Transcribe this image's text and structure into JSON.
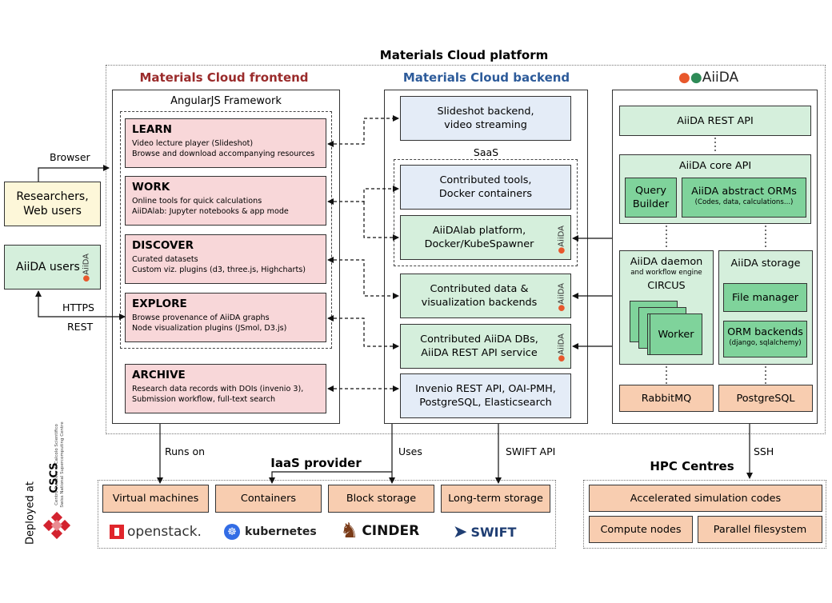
{
  "platform_title": "Materials Cloud platform",
  "frontend": {
    "title": "Materials Cloud frontend",
    "framework": "AngularJS Framework",
    "sections": [
      {
        "title": "LEARN",
        "lines": [
          "Video lecture player (Slideshot)",
          "Browse and download accompanying resources"
        ]
      },
      {
        "title": "WORK",
        "lines": [
          "Online tools for quick calculations",
          "AiiDAlab: Jupyter notebooks & app mode"
        ]
      },
      {
        "title": "DISCOVER",
        "lines": [
          "Curated datasets",
          "Custom viz. plugins (d3, three.js, Highcharts)"
        ]
      },
      {
        "title": "EXPLORE",
        "lines": [
          "Browse provenance of AiiDA graphs",
          "Node visualization plugins (JSmol, D3.js)"
        ]
      },
      {
        "title": "ARCHIVE",
        "lines": [
          "Research data records with DOIs (invenio 3),",
          "Submission workflow, full-text search"
        ]
      }
    ]
  },
  "backend": {
    "title": "Materials Cloud backend",
    "slideshot": "Slideshot backend,\nvideo streaming",
    "saas": "SaaS",
    "contributed_tools": "Contributed tools,\nDocker containers",
    "aiidalab": "AiiDAlab platform,\nDocker/KubeSpawner",
    "contributed_data": "Contributed data &\nvisualization backends",
    "contributed_dbs": "Contributed AiiDA DBs,\nAiiDA REST API service",
    "invenio": "Invenio REST API, OAI-PMH,\nPostgreSQL, Elasticsearch"
  },
  "aiida": {
    "logo_text": "AiiDA",
    "rest_api": "AiiDA REST API",
    "core_api": "AiiDA core API",
    "query_builder": "Query\nBuilder",
    "orms": "AiiDA abstract ORMs",
    "orms_sub": "(Codes, data, calculations...)",
    "daemon": "AiiDA daemon",
    "daemon_sub": "and workflow engine",
    "circus": "CIRCUS",
    "worker": "Worker",
    "storage": "AiiDA storage",
    "file_manager": "File manager",
    "orm_backends": "ORM backends",
    "orm_backends_sub": "(django, sqlalchemy)",
    "rabbitmq": "RabbitMQ",
    "postgresql": "PostgreSQL",
    "badge": "AiiDA"
  },
  "users": {
    "browser": "Browser",
    "researchers": "Researchers,\nWeb users",
    "aiida_users": "AiiDA users",
    "https": "HTTPS",
    "rest": "REST"
  },
  "iaas": {
    "title": "IaaS provider",
    "runs_on": "Runs on",
    "uses": "Uses",
    "swift_api": "SWIFT API",
    "boxes": [
      "Virtual machines",
      "Containers",
      "Block storage",
      "Long-term storage"
    ],
    "logos": [
      "openstack.",
      "kubernetes",
      "CINDER",
      "SWIFT"
    ]
  },
  "hpc": {
    "title": "HPC Centres",
    "ssh": "SSH",
    "accelerated": "Accelerated simulation codes",
    "compute": "Compute nodes",
    "filesystem": "Parallel filesystem"
  },
  "deployed": {
    "label": "Deployed at",
    "cscs": "CSCS",
    "cscs_sub1": "Centro Svizzero di Calcolo Scientifico",
    "cscs_sub2": "Swiss National Supercomputing Centre"
  },
  "colors": {
    "frontend_title": "#9a2b2b",
    "backend_title": "#2d5b9a",
    "pink": "#f8d7d9",
    "blue": "#e4ecf7",
    "green": "#d5efdc",
    "dark_green": "#7fd39b",
    "peach": "#f8cdb0",
    "cream": "#fdf7d9",
    "openstack": "#e0262c",
    "kubernetes": "#326ce5",
    "swift": "#1f3e73"
  }
}
